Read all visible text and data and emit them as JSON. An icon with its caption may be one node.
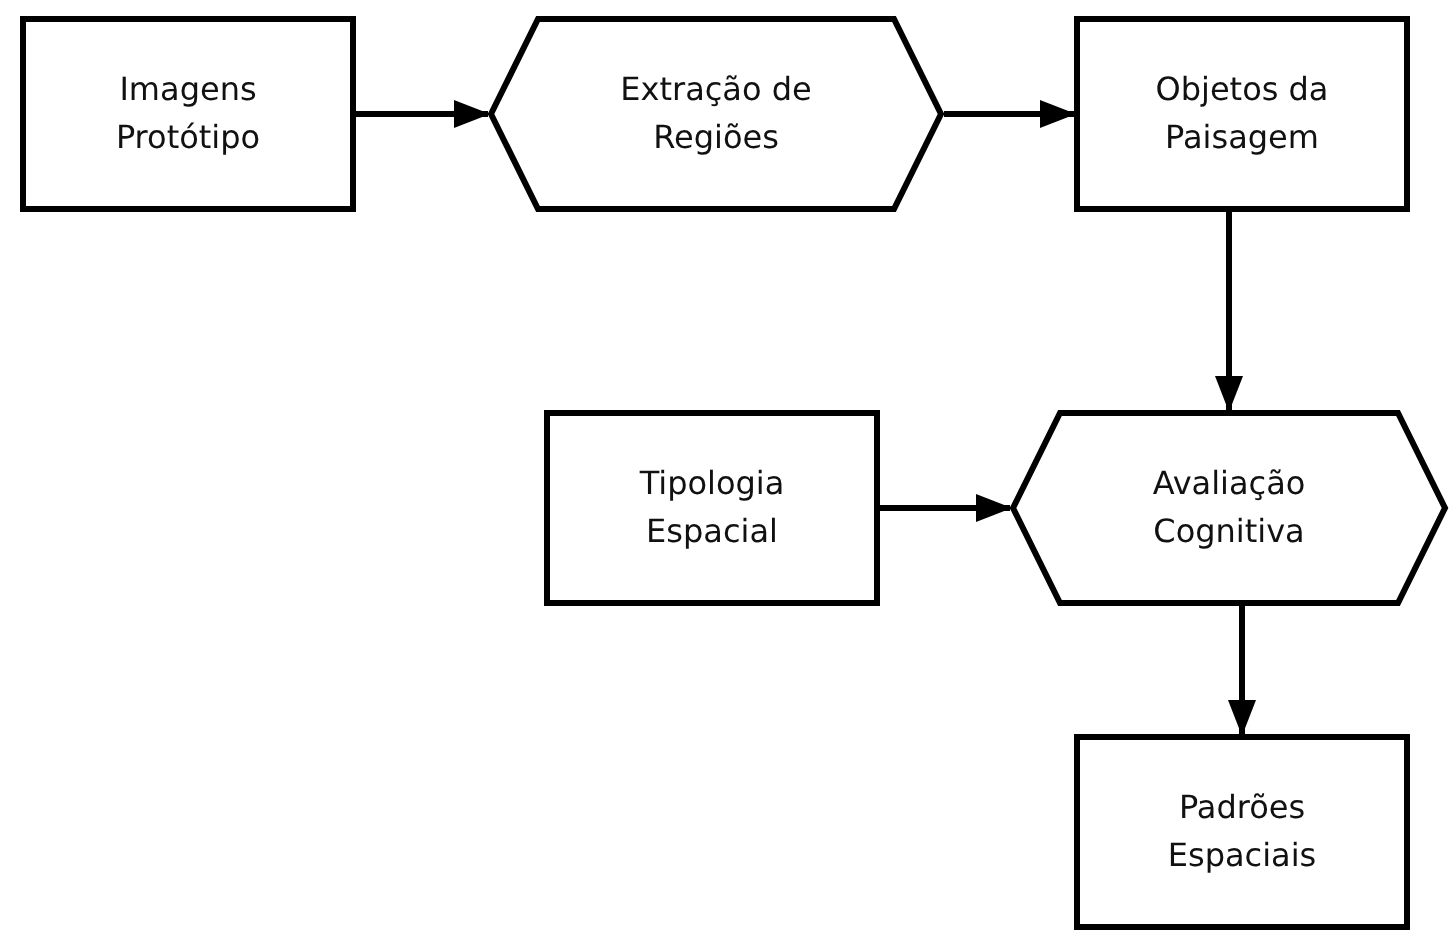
{
  "diagram": {
    "nodes": [
      {
        "text": [
          "Imagens Protótipo"
        ]
      },
      {
        "text": [
          "Extração de Regiões"
        ]
      },
      {
        "text": [
          "Objetos da Paisagem"
        ]
      },
      {
        "text": [
          "Tipologia Espacial"
        ]
      },
      {
        "text": [
          "Avaliação Cognitiva"
        ]
      },
      {
        "text": [
          "Padrões Espaciais"
        ]
      }
    ],
    "edges": [
      {
        "from": 0,
        "to": 1,
        "arrow": "to"
      },
      {
        "from": 1,
        "to": 2,
        "arrow": "to"
      },
      {
        "from": 2,
        "to": 4,
        "arrow": "to"
      },
      {
        "from": 3,
        "to": 4,
        "arrow": "to"
      },
      {
        "from": 4,
        "to": 5,
        "arrow": "to"
      }
    ]
  }
}
